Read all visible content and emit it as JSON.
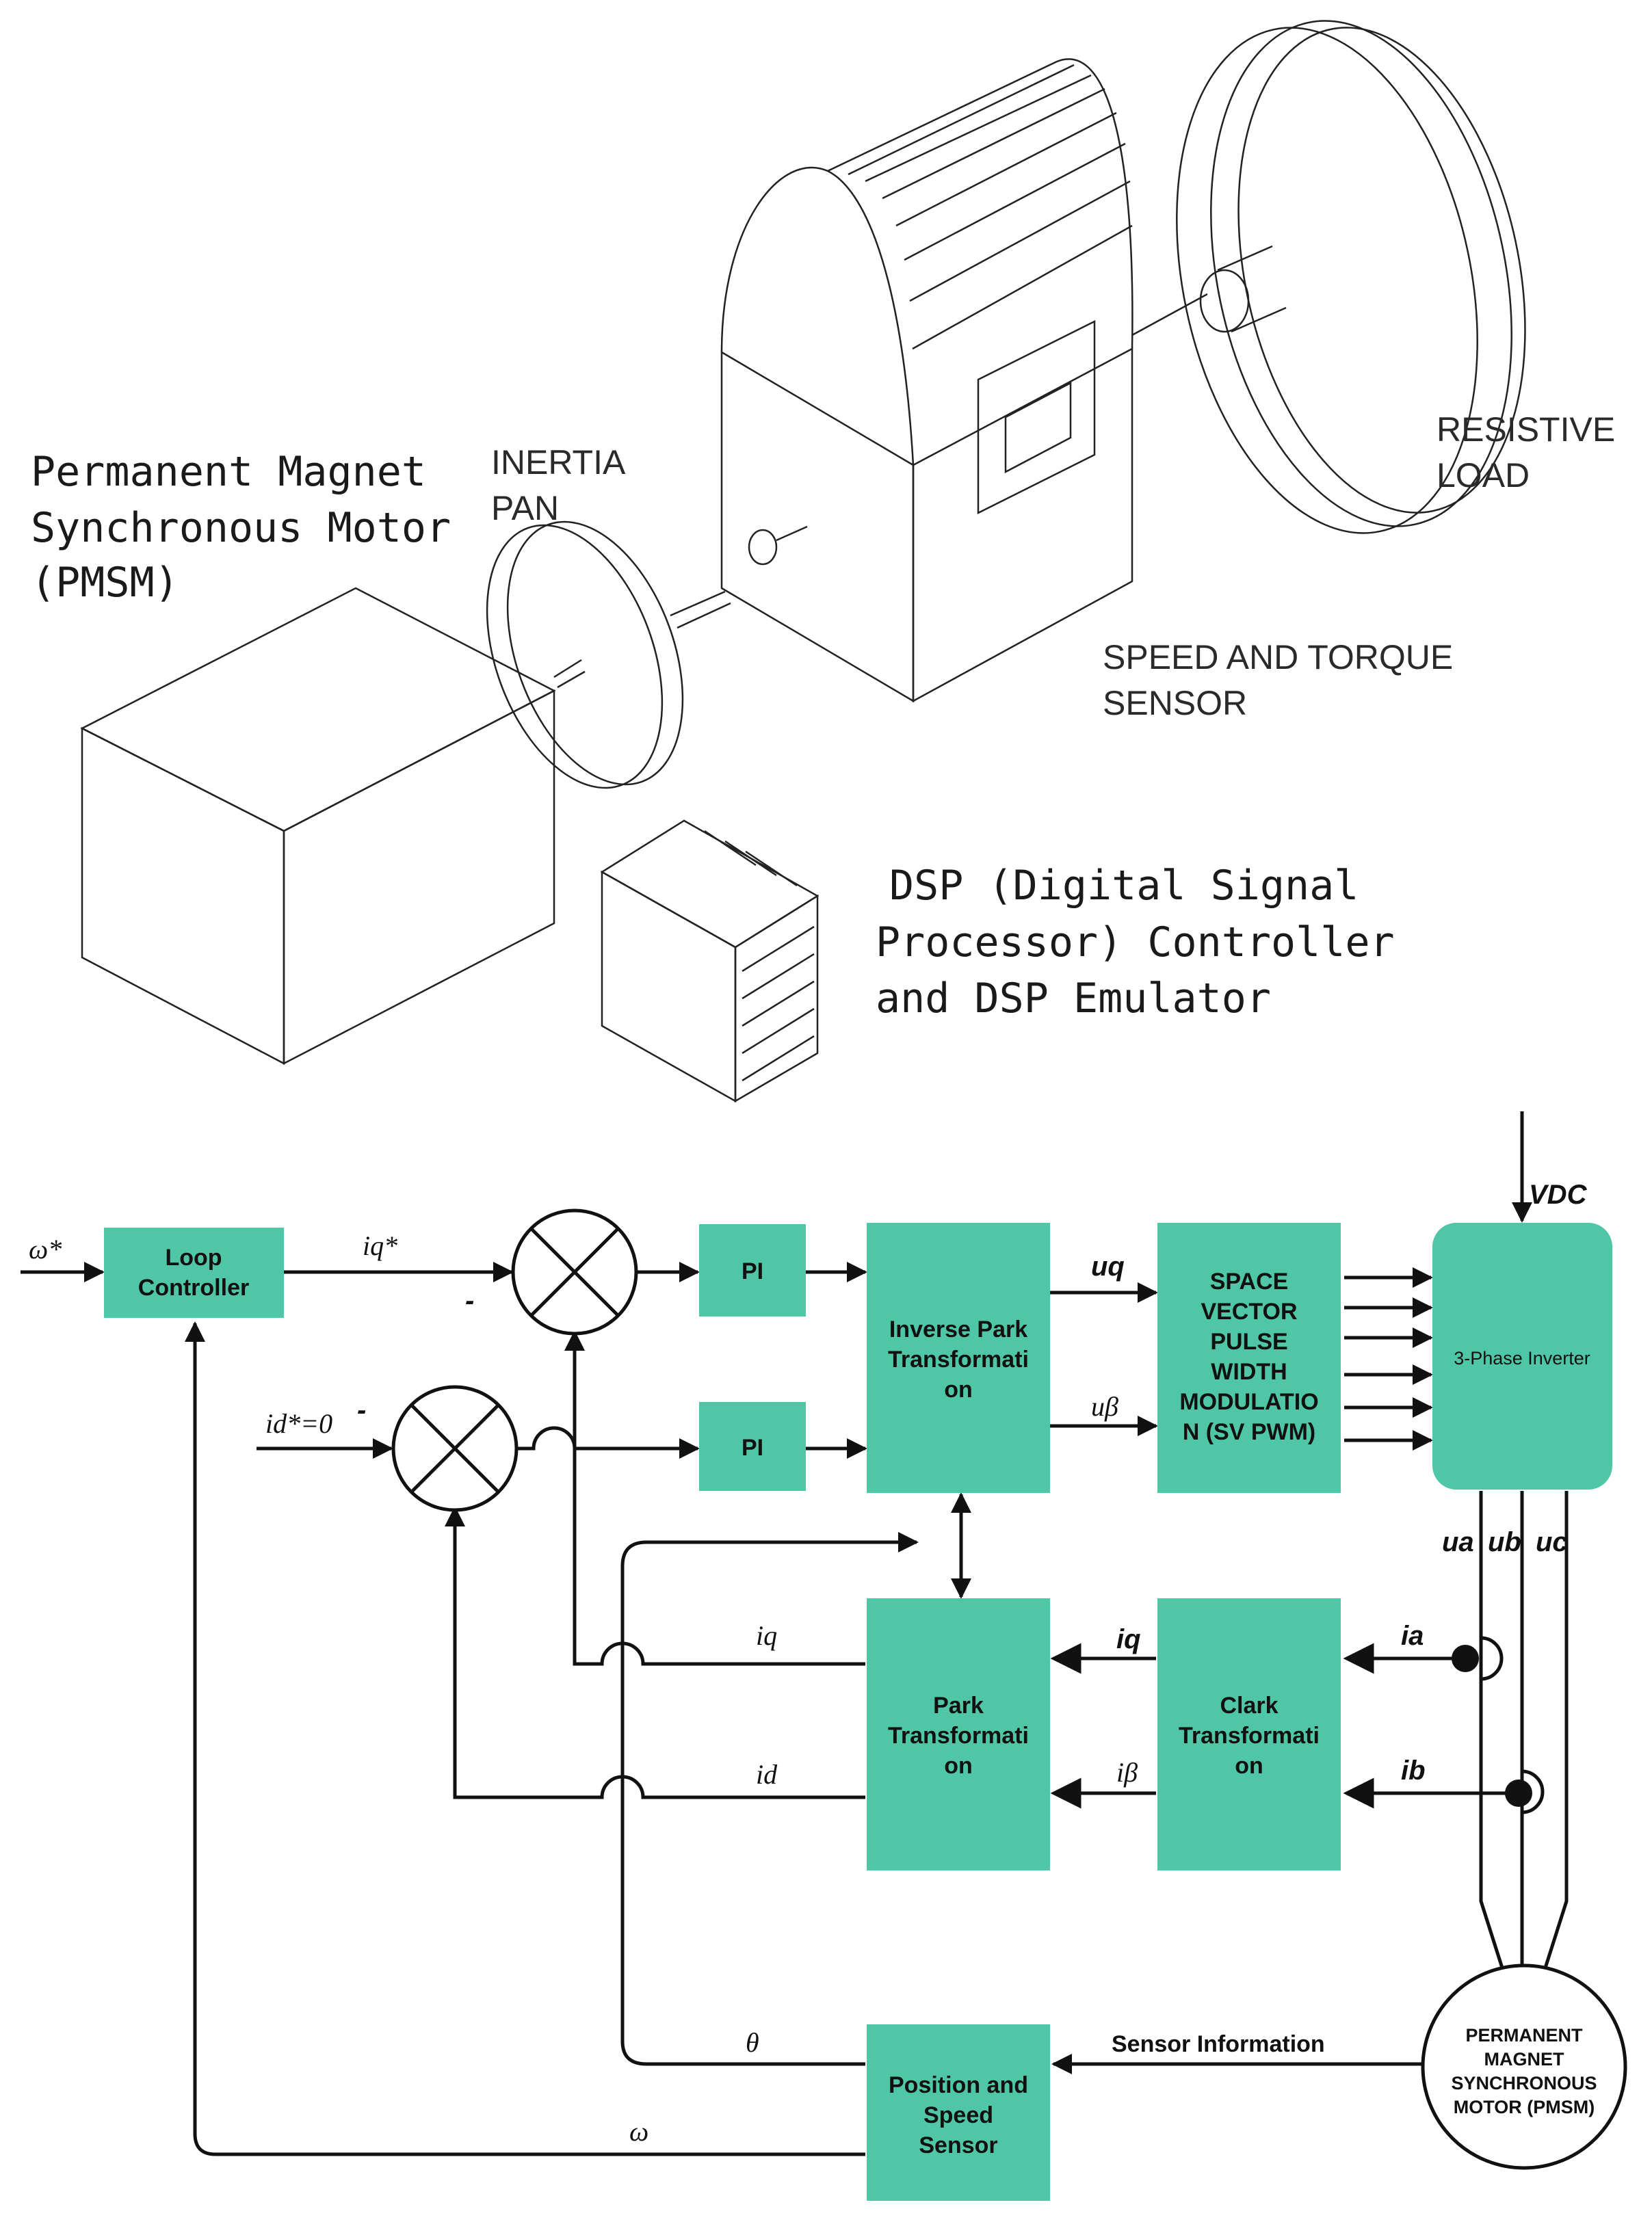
{
  "illustration": {
    "pmsm_label": [
      "Permanent Magnet",
      "Synchronous Motor",
      "(PMSM)"
    ],
    "inertia_label": [
      "INERTIA",
      "PAN"
    ],
    "resistive_label": [
      "RESISTIVE",
      "LOAD"
    ],
    "sensor_label": [
      "SPEED AND TORQUE",
      "SENSOR"
    ],
    "dsp_label": [
      "DSP (Digital Signal",
      "Processor) Controller",
      "and DSP Emulator"
    ]
  },
  "blocks": {
    "loop_controller": [
      "Loop",
      "Controller"
    ],
    "pi_q": "PI",
    "pi_d": "PI",
    "inverse_park": [
      "Inverse Park",
      "Transformati",
      "on"
    ],
    "svpwm": [
      "SPACE",
      "VECTOR",
      "PULSE",
      "WIDTH",
      "MODULATIO",
      "N (SV PWM)"
    ],
    "inverter": "3-Phase Inverter",
    "park": [
      "Park",
      "Transformati",
      "on"
    ],
    "clark": [
      "Clark",
      "Transformati",
      "on"
    ],
    "position_sensor": [
      "Position and",
      "Speed",
      "Sensor"
    ],
    "motor": [
      "PERMANENT",
      "MAGNET",
      "SYNCHRONOUS",
      "MOTOR (PMSM)"
    ]
  },
  "signals": {
    "omega_ref": "ω*",
    "iq_ref": "iq*",
    "id_ref": "id*=0",
    "minus_q": "-",
    "minus_d": "-",
    "u_q": "uq",
    "u_beta": "uβ",
    "vdc": "VDC",
    "u_a": "ua",
    "u_b": "ub",
    "u_c": "uc",
    "i_a": "ia",
    "i_b": "ib",
    "i_q_park": "iq",
    "i_d_park": "id",
    "i_q_clark": "iq",
    "i_beta_clark": "iβ",
    "theta": "θ",
    "omega": "ω",
    "sensor_info": "Sensor Information"
  },
  "colors": {
    "block": "#4fc6a6",
    "line": "#111111"
  }
}
